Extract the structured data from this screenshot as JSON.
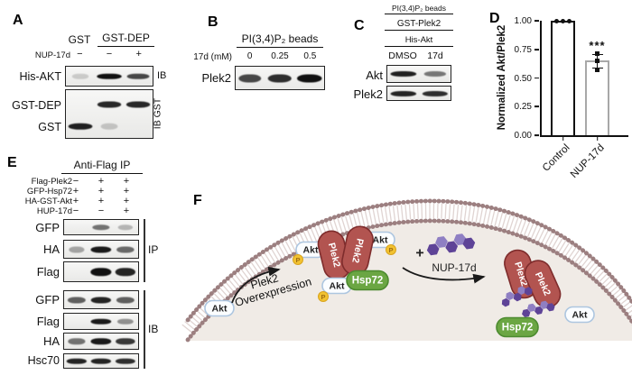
{
  "panelA": {
    "label": "A",
    "group1": "GST",
    "group2": "GST-DEP",
    "treatment": "NUP-17d",
    "treatment_signs": [
      "−",
      "−",
      "+"
    ],
    "blot_his_akt": {
      "label": "His-AKT",
      "right_label": "IB",
      "bands": [
        0.05,
        1,
        0.72
      ]
    },
    "blot_gst": {
      "right_label": "IB GST",
      "row_gst_dep": {
        "label": "GST-DEP",
        "bands": [
          0,
          0.88,
          0.88
        ]
      },
      "row_gst": {
        "label": "GST",
        "bands": [
          0.92,
          0.08,
          0
        ]
      }
    }
  },
  "panelB": {
    "label": "B",
    "header": "PI(3,4)P₂ beads",
    "dose_label": "17d (mM)",
    "doses": [
      "0",
      "0.25",
      "0.5"
    ],
    "blot_plek2": {
      "label": "Plek2",
      "bands": [
        0.72,
        0.85,
        1
      ]
    }
  },
  "panelC": {
    "label": "C",
    "headers": [
      "PI(3,4)P₂ beads",
      "GST-Plek2",
      "His-Akt"
    ],
    "conditions": [
      "DMSO",
      "17d"
    ],
    "blot_akt": {
      "label": "Akt",
      "bands": [
        0.92,
        0.48
      ]
    },
    "blot_plek2": {
      "label": "Plek2",
      "bands": [
        0.9,
        0.85
      ]
    }
  },
  "panelD": {
    "label": "D"
  },
  "chart_data": {
    "type": "bar",
    "title": "",
    "ylabel": "Normalized Akt/Plek2",
    "categories": [
      "Control",
      "NUP-17d"
    ],
    "values": [
      1.0,
      0.65
    ],
    "ylim": [
      0,
      1.0
    ],
    "yticks": [
      "0.00",
      "0.25",
      "0.50",
      "0.75",
      "1.00"
    ],
    "points": {
      "Control": [
        1.0,
        1.0,
        1.0
      ],
      "NUP-17d": [
        0.71,
        0.65,
        0.57
      ]
    },
    "error_bars": {
      "NUP-17d": {
        "center": 0.65,
        "low": 0.585,
        "high": 0.705
      }
    },
    "significance": {
      "NUP-17d": "***"
    },
    "legend": "none",
    "grid": false,
    "bar_colors": {
      "Control": {
        "fill": "#ffffff",
        "border": "#111111"
      },
      "NUP-17d": {
        "fill": "#ffffff",
        "border": "#a8a8a8"
      }
    }
  },
  "panelE": {
    "label": "E",
    "header": "Anti-Flag IP",
    "condition_rows": [
      {
        "label": "Flag-Plek2",
        "signs": [
          "−",
          "+",
          "+"
        ]
      },
      {
        "label": "GFP-Hsp72",
        "signs": [
          "+",
          "+",
          "+"
        ]
      },
      {
        "label": "HA-GST-Akt",
        "signs": [
          "+",
          "+",
          "+"
        ]
      },
      {
        "label": "HUP-17d",
        "signs": [
          "−",
          "−",
          "+"
        ]
      }
    ],
    "ip_group_label": "IP",
    "ib_group_label": "IB",
    "ip_blots": [
      {
        "label": "GFP",
        "bands": [
          0,
          0.5,
          0.16
        ]
      },
      {
        "label": "HA",
        "bands": [
          0.25,
          0.95,
          0.55
        ]
      },
      {
        "label": "Flag",
        "bands": [
          0,
          1,
          0.9
        ]
      }
    ],
    "ib_blots": [
      {
        "label": "GFP",
        "bands": [
          0.6,
          0.9,
          0.6
        ]
      },
      {
        "label": "Flag",
        "bands": [
          0,
          0.95,
          0.35
        ]
      },
      {
        "label": "HA",
        "bands": [
          0.5,
          0.95,
          0.8
        ]
      },
      {
        "label": "Hsc70",
        "bands": [
          0.9,
          0.9,
          0.85
        ]
      }
    ]
  },
  "panelF": {
    "label": "F",
    "akt": "Akt",
    "plek2": "Plek2",
    "hsp72": "Hsp72",
    "phospho": "P",
    "plus": "+",
    "nup": "NUP-17d",
    "process_line1": "Plek2",
    "process_line2": "Overexpression",
    "colors": {
      "membrane_bead": "#9c7f80",
      "membrane_tail": "#e0d4d2",
      "cytoplasm": "#f0ebe6",
      "plek2_fill": "#b25450",
      "plek2_border": "#7e2c2c",
      "hsp72_fill": "#6ba643",
      "hsp72_border": "#4c8a2f",
      "akt_fill": "#fbfdff",
      "akt_border": "#adc6e0",
      "p_fill": "#f2c231",
      "p_border": "#d9a41e",
      "nup_dark": "#5e4397",
      "nup_light": "#8f7fc3"
    }
  }
}
